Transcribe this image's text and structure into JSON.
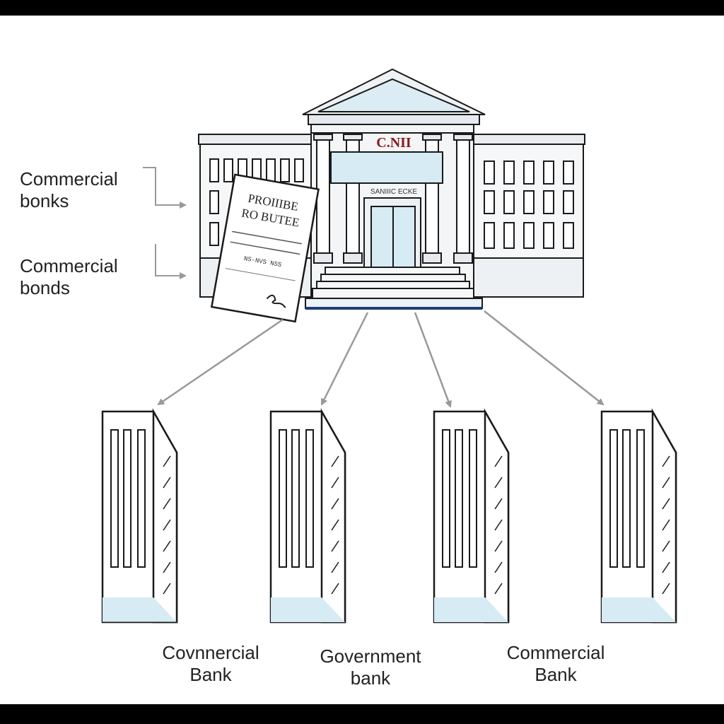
{
  "diagram": {
    "bank_sign": "C.NII",
    "entrance_sign": "SANIIIC ECKE",
    "document": {
      "line1": "PROIIIBE",
      "line2": "RO BUTEE",
      "row_text": "NS-NVS NSS"
    },
    "side_labels": [
      {
        "line1": "Commercial",
        "line2": "bonks"
      },
      {
        "line1": "Commercial",
        "line2": "bonds"
      }
    ],
    "bottom_labels": [
      {
        "line1": "Covnnercial",
        "line2": "Bank"
      },
      {
        "line1": "Government",
        "line2": "bank"
      },
      {
        "line1": "Commercial",
        "line2": "Bank"
      }
    ],
    "colors": {
      "outline": "#1a1a1a",
      "glass": "#d6ebf3",
      "arrow": "#999999",
      "accent_red": "#8b1a1a",
      "base_blue": "#1f3b7a"
    }
  }
}
